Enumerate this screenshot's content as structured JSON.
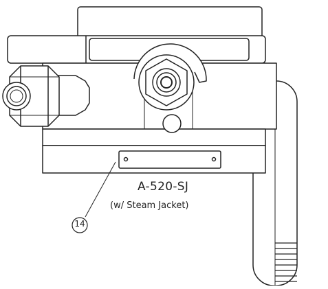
{
  "model": "A-520-SJ",
  "subtitle": "(w/ Steam Jacket)",
  "callout": "14",
  "colors": {
    "ink": "#222222",
    "paper": "#ffffff"
  }
}
